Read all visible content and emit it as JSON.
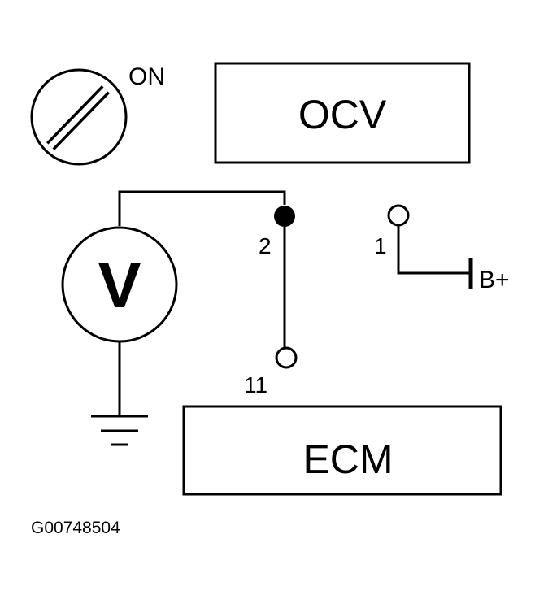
{
  "ignition_switch": {
    "position_label": "ON"
  },
  "ocv_box": {
    "label": "OCV"
  },
  "ecm_box": {
    "label": "ECM"
  },
  "voltmeter": {
    "symbol": "V"
  },
  "terminals": {
    "t2": "2",
    "t11": "11",
    "t1": "1"
  },
  "battery_label": "B+",
  "figure_code": "G00748504",
  "colors": {
    "ink": "#000000",
    "paper": "#ffffff"
  }
}
